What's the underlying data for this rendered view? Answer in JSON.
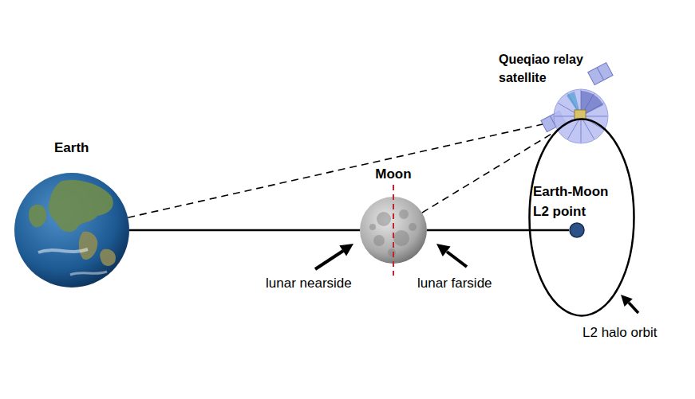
{
  "diagram": {
    "nodes": [
      {
        "text": [
          "Queqiao relay satellite"
        ]
      },
      {
        "text": [
          "Earth"
        ]
      },
      {
        "text": [
          "Moon"
        ]
      },
      {
        "text": [
          "L2 halo orbit"
        ]
      },
      {
        "text": [
          "Earth-Moon L2 point"
        ],
        "in": 3
      }
    ],
    "edges": [
      {
        "from": 1,
        "to": 2,
        "arrow": "none"
      },
      {
        "from": 2,
        "to": 4,
        "arrow": "none"
      },
      {
        "from": 1,
        "to": 0,
        "arrow": "none"
      },
      {
        "from": 2,
        "to": 0,
        "arrow": "none"
      }
    ],
    "labels": [
      "lunar nearside",
      "lunar farside"
    ]
  }
}
